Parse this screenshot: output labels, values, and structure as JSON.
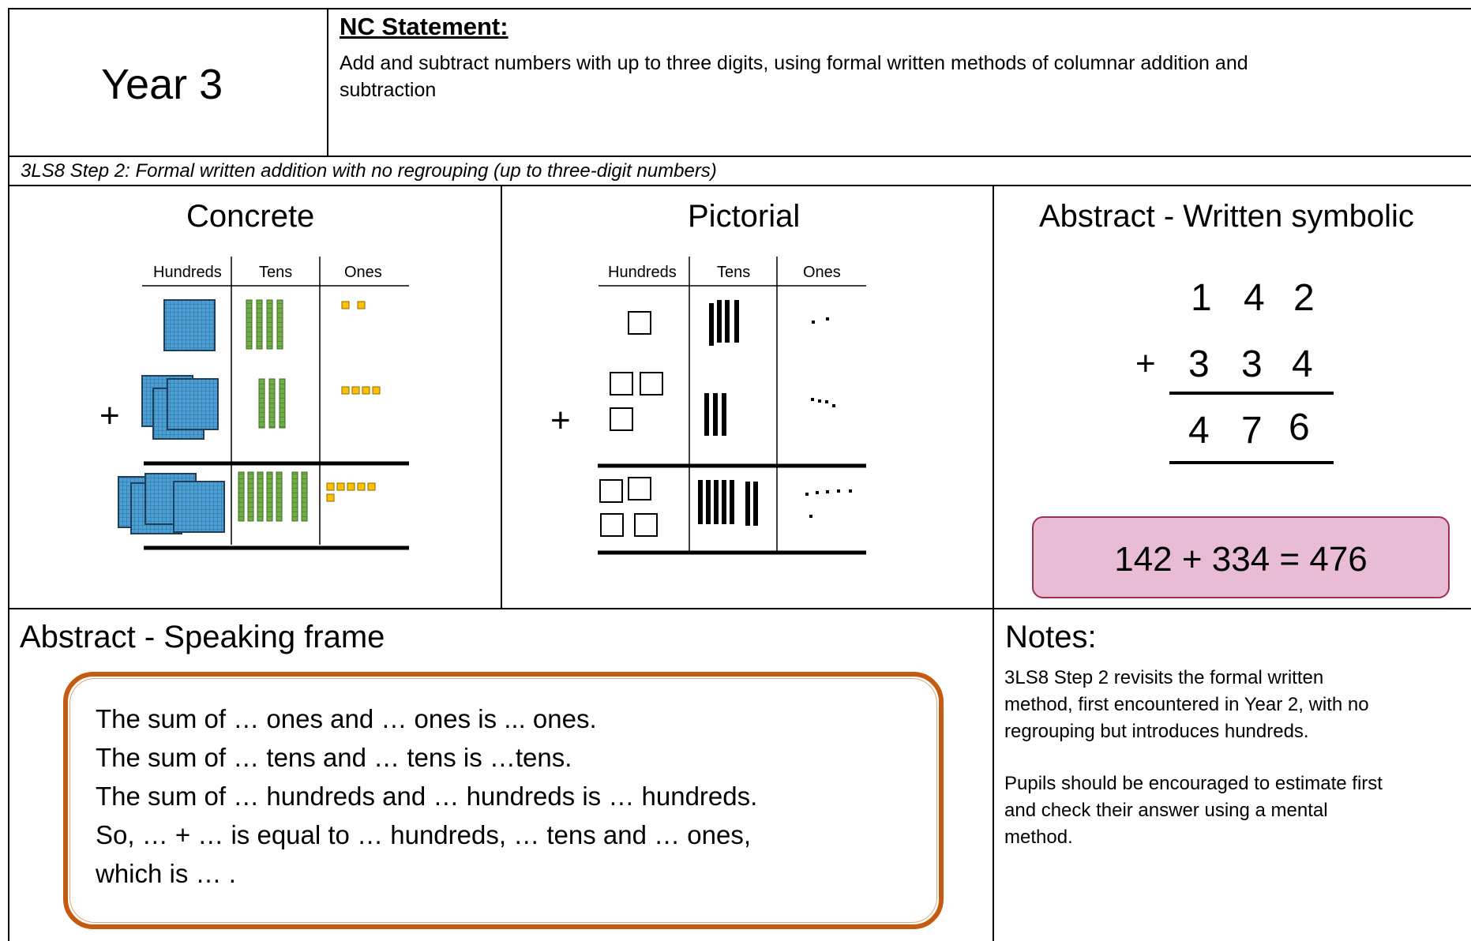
{
  "header": {
    "year": "Year 3",
    "nc_title": "NC Statement:",
    "nc_text_line1": "Add and subtract numbers with up to three digits, using formal written methods of columnar addition and",
    "nc_text_line2": "subtraction"
  },
  "step": "3LS8 Step 2: Formal written addition with no regrouping (up to three-digit numbers)",
  "concrete": {
    "heading": "Concrete",
    "col_headers": [
      "Hundreds",
      "Tens",
      "Ones"
    ],
    "plus": "+",
    "rows": [
      {
        "hundreds": 1,
        "tens": 4,
        "ones": 2
      },
      {
        "hundreds": 3,
        "tens": 3,
        "ones": 4
      },
      {
        "hundreds": 4,
        "tens": 7,
        "ones": 6
      }
    ]
  },
  "pictorial": {
    "heading": "Pictorial",
    "col_headers": [
      "Hundreds",
      "Tens",
      "Ones"
    ],
    "plus": "+"
  },
  "abstract_written": {
    "heading": "Abstract - Written symbolic",
    "row1": [
      "1",
      "4",
      "2"
    ],
    "plus": "+",
    "row2": [
      "3",
      "3",
      "4"
    ],
    "answer": [
      "4",
      "7",
      "6"
    ],
    "equation": "142 + 334 = 476",
    "equation_fill": "#e9bcd6",
    "equation_border": "#a03050"
  },
  "speaking": {
    "heading": "Abstract - Speaking frame",
    "lines": [
      "The sum of … ones and … ones is ... ones.",
      "The sum of … tens and … tens is …tens.",
      "The sum of … hundreds and … hundreds is … hundreds.",
      "So, … + … is equal to … hundreds, … tens and … ones,",
      "which is … ."
    ],
    "frame_color": "#c55a11"
  },
  "notes": {
    "heading": "Notes:",
    "para1": [
      "3LS8 Step 2 revisits the formal written",
      "method, first encountered in Year 2, with no",
      "regrouping but introduces hundreds."
    ],
    "para2": [
      "Pupils should be encouraged to estimate first",
      "and check their answer using a mental",
      "method."
    ]
  },
  "colors": {
    "hundred_block": "#4a9fd5",
    "ten_rod": "#70ad47",
    "one_cube": "#ffc000"
  }
}
